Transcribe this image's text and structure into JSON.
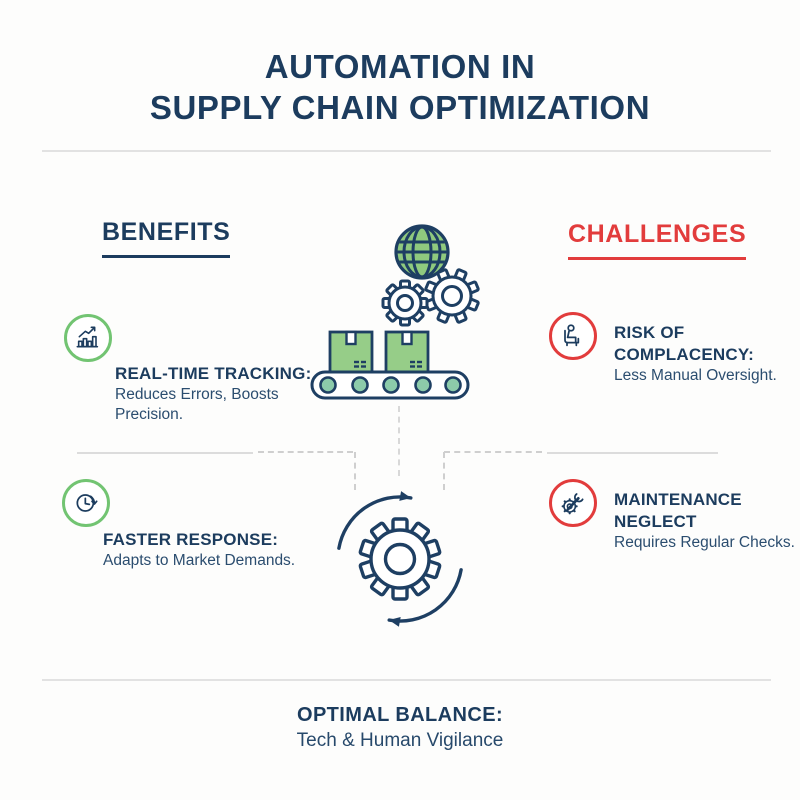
{
  "title": {
    "line1": "AUTOMATION IN",
    "line2": "SUPPLY CHAIN OPTIMIZATION"
  },
  "benefits": {
    "heading": "BENEFITS",
    "items": [
      {
        "icon": "bar-chart-growth-icon",
        "title": "REAL-TIME TRACKING:",
        "desc_line1": "Reduces Errors, Boosts",
        "desc_line2": "Precision."
      },
      {
        "icon": "clock-refresh-icon",
        "title": "FASTER RESPONSE:",
        "desc_line1": "Adapts to Market Demands.",
        "desc_line2": ""
      }
    ]
  },
  "challenges": {
    "heading": "CHALLENGES",
    "items": [
      {
        "icon": "person-relaxing-icon",
        "title_line1": "RISK OF",
        "title_line2": "COMPLACENCY:",
        "desc": "Less Manual Oversight."
      },
      {
        "icon": "wrench-gear-icon",
        "title_line1": "MAINTENANCE",
        "title_line2": "NEGLECT",
        "desc": "Requires Regular Checks."
      }
    ]
  },
  "center": {
    "top_illustration": "globe-gears-conveyor-illustration",
    "bottom_illustration": "gear-cycle-icon"
  },
  "footer": {
    "title": "OPTIMAL BALANCE:",
    "subtitle": "Tech & Human Vigilance"
  },
  "colors": {
    "navy": "#1c3c5e",
    "red": "#e23c3c",
    "green_ring": "#72c472",
    "globe_green": "#8fc97e",
    "box_green": "#96cd88",
    "roller_teal": "#8ccbaa",
    "divider_gray": "#e2e2e2"
  }
}
